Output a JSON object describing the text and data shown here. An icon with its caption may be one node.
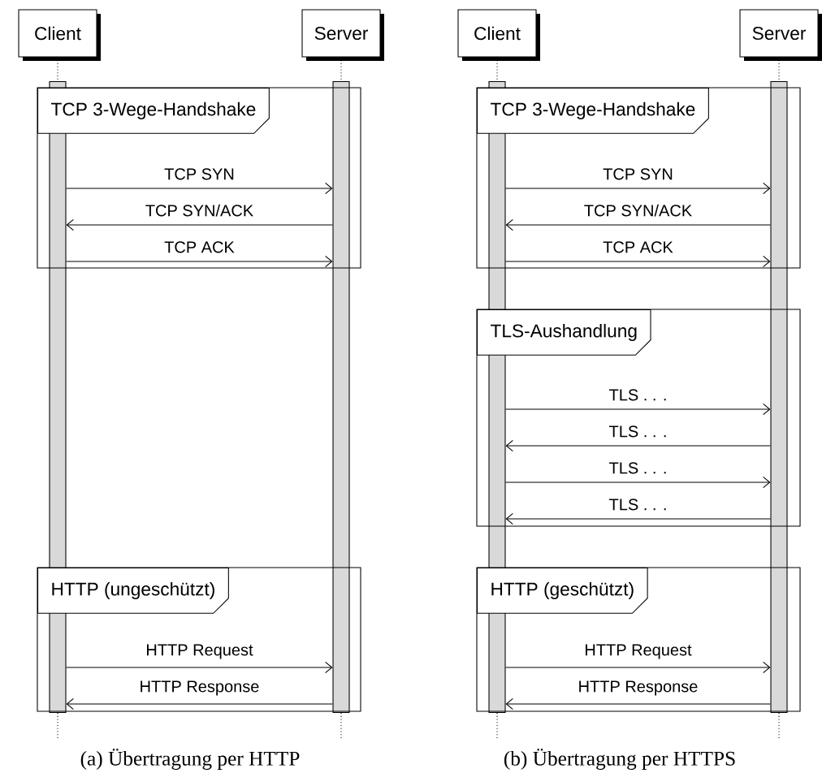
{
  "diagram": {
    "nodes": [
      {
        "text": [
          "Client"
        ]
      },
      {
        "text": [
          "Server"
        ]
      },
      {
        "text": [],
        "shape": "bar"
      },
      {
        "text": [],
        "shape": "bar"
      },
      {
        "text": [
          "TCP 3-Wege-Handshake"
        ]
      },
      {
        "text": [
          "HTTP (ungeschützt)"
        ]
      },
      {
        "text": [
          "Client"
        ]
      },
      {
        "text": [
          "Server"
        ]
      },
      {
        "text": [],
        "shape": "bar"
      },
      {
        "text": [],
        "shape": "bar"
      },
      {
        "text": [
          "TCP 3-Wege-Handshake"
        ]
      },
      {
        "text": [
          "TLS-Aushandlung"
        ]
      },
      {
        "text": [
          "HTTP (geschützt)"
        ]
      }
    ],
    "edges": [
      {
        "from": 0,
        "to": 2,
        "arrow": "none",
        "style": "dashed"
      },
      {
        "from": 2,
        "to": null,
        "arrow": "none",
        "style": "dashed"
      },
      {
        "from": 1,
        "to": 3,
        "arrow": "none",
        "style": "dashed"
      },
      {
        "from": 3,
        "to": null,
        "arrow": "none",
        "style": "dashed"
      },
      {
        "from": 2,
        "to": 3,
        "arrow": "to",
        "label": "TCP SYN"
      },
      {
        "from": 3,
        "to": 2,
        "arrow": "to",
        "label": "TCP SYN/ACK"
      },
      {
        "from": 2,
        "to": 3,
        "arrow": "to",
        "label": "TCP ACK"
      },
      {
        "from": 2,
        "to": 3,
        "arrow": "to",
        "label": "HTTP Request"
      },
      {
        "from": 3,
        "to": 2,
        "arrow": "to",
        "label": "HTTP Response"
      },
      {
        "from": 6,
        "to": 8,
        "arrow": "none",
        "style": "dashed"
      },
      {
        "from": 8,
        "to": null,
        "arrow": "none",
        "style": "dashed"
      },
      {
        "from": 7,
        "to": 9,
        "arrow": "none",
        "style": "dashed"
      },
      {
        "from": 9,
        "to": null,
        "arrow": "none",
        "style": "dashed"
      },
      {
        "from": 8,
        "to": 9,
        "arrow": "to",
        "label": "TCP SYN"
      },
      {
        "from": 9,
        "to": 8,
        "arrow": "to",
        "label": "TCP SYN/ACK"
      },
      {
        "from": 8,
        "to": 9,
        "arrow": "to",
        "label": "TCP ACK"
      },
      {
        "from": 8,
        "to": 9,
        "arrow": "to",
        "label": "TLS . . ."
      },
      {
        "from": 9,
        "to": 8,
        "arrow": "to",
        "label": "TLS . . ."
      },
      {
        "from": 8,
        "to": 9,
        "arrow": "to",
        "label": "TLS . . ."
      },
      {
        "from": 9,
        "to": 8,
        "arrow": "to",
        "label": "TLS . . ."
      },
      {
        "from": 8,
        "to": 9,
        "arrow": "to",
        "label": "HTTP Request"
      },
      {
        "from": 9,
        "to": 8,
        "arrow": "to",
        "label": "HTTP Response"
      }
    ],
    "labels": [
      "(a) Übertragung per HTTP",
      "(b) Übertragung per HTTPS"
    ]
  }
}
